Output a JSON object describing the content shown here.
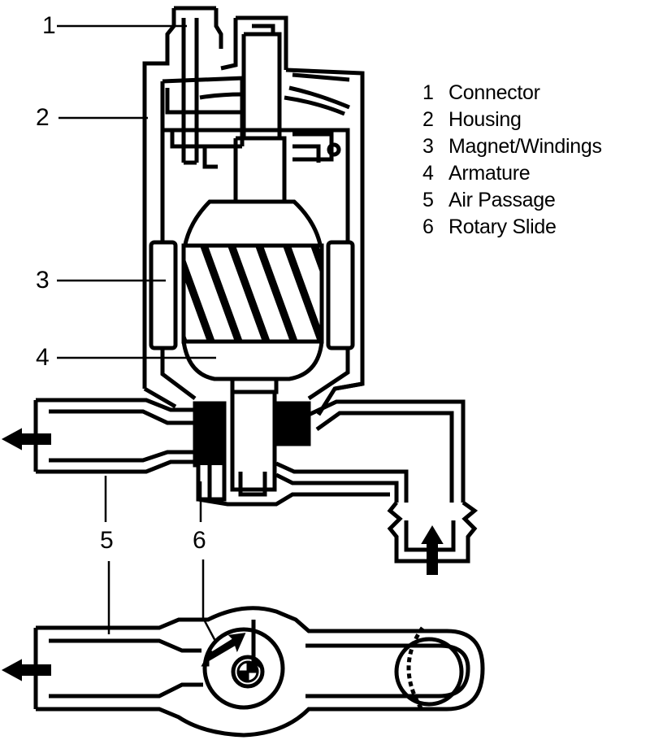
{
  "callouts": {
    "connector": "1",
    "housing": "2",
    "magnet_windings": "3",
    "armature": "4",
    "air_passage": "5",
    "rotary_slide": "6"
  },
  "legend": [
    {
      "num": "1",
      "label": "Connector"
    },
    {
      "num": "2",
      "label": "Housing"
    },
    {
      "num": "3",
      "label": "Magnet/Windings"
    },
    {
      "num": "4",
      "label": "Armature"
    },
    {
      "num": "5",
      "label": "Air Passage"
    },
    {
      "num": "6",
      "label": "Rotary Slide"
    }
  ],
  "colors": {
    "ink": "#000000",
    "paper": "#ffffff"
  }
}
